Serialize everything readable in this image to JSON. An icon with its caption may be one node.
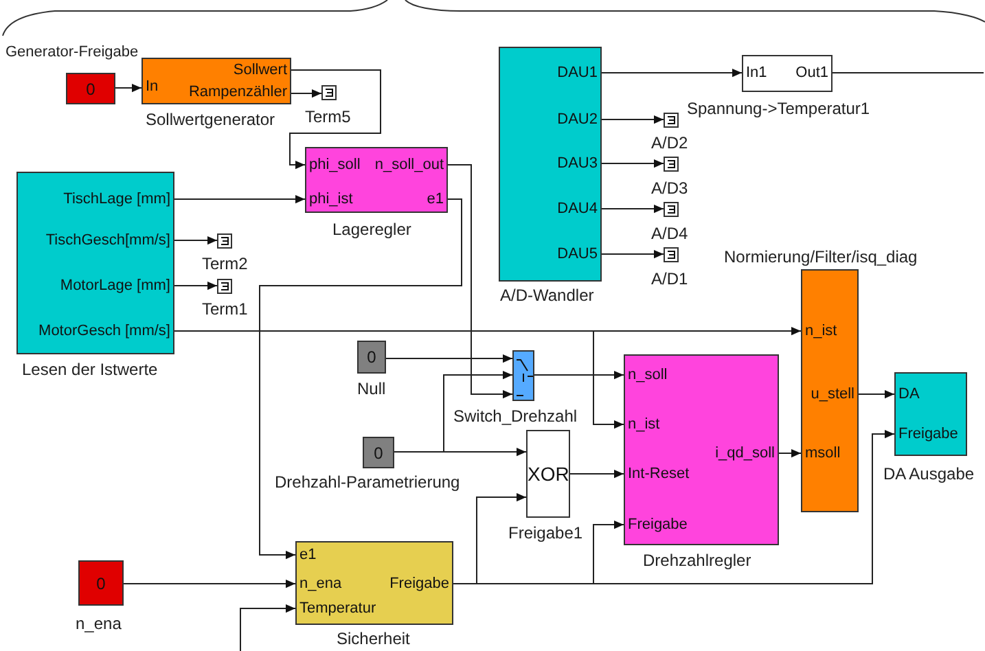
{
  "diagram": {
    "nodes": [
      {
        "text": [
          "0"
        ]
      },
      {
        "text": [
          "In",
          "Sollwert",
          "Rampenzähler"
        ],
        "beside": [
          "Sollwertgenerator"
        ]
      },
      {
        "text": [],
        "shape": "box",
        "beside": [
          "Term5"
        ]
      },
      {
        "text": [
          "phi_soll",
          "phi_ist",
          "n_soll_out",
          "e1"
        ],
        "beside": [
          "Lageregler"
        ]
      },
      {
        "text": [
          "TischLage [mm]",
          "TischGesch[mm/s]",
          "MotorLage [mm]",
          "MotorGesch [mm/s]"
        ],
        "beside": [
          "Lesen der Istwerte"
        ]
      },
      {
        "text": [],
        "shape": "box",
        "beside": [
          "Term2"
        ]
      },
      {
        "text": [],
        "shape": "box",
        "beside": [
          "Term1"
        ]
      },
      {
        "text": [
          "DAU1",
          "DAU2",
          "DAU3",
          "DAU4",
          "DAU5"
        ],
        "beside": [
          "A/D-Wandler"
        ]
      },
      {
        "text": [
          "In1",
          "Out1"
        ],
        "beside": [
          "Spannung->Temperatur1"
        ]
      },
      {
        "text": [],
        "shape": "box",
        "beside": [
          "A/D2"
        ]
      },
      {
        "text": [],
        "shape": "box",
        "beside": [
          "A/D3"
        ]
      },
      {
        "text": [],
        "shape": "box",
        "beside": [
          "A/D4"
        ]
      },
      {
        "text": [],
        "shape": "box",
        "beside": [
          "A/D1"
        ]
      },
      {
        "text": [
          "n_ist",
          "u_stell",
          "msoll"
        ],
        "beside": [
          "Normierung/Filter/isq_diag"
        ]
      },
      {
        "text": [
          "0"
        ],
        "beside": [
          "Null"
        ]
      },
      {
        "text": [],
        "shape": "box",
        "beside": [
          "Switch_Drehzahl"
        ]
      },
      {
        "text": [
          "0"
        ],
        "beside": [
          "Drehzahl-Parametrierung"
        ]
      },
      {
        "text": [
          "XOR"
        ],
        "beside": [
          "Freigabe1"
        ]
      },
      {
        "text": [
          "n_soll",
          "n_ist",
          "Int-Reset",
          "Freigabe",
          "i_qd_soll"
        ],
        "beside": [
          "Drehzahlregler"
        ]
      },
      {
        "text": [
          "DA",
          "Freigabe"
        ],
        "beside": [
          "DA Ausgabe"
        ]
      },
      {
        "text": [
          "0"
        ],
        "beside": [
          "n_ena"
        ]
      },
      {
        "text": [
          "e1",
          "n_ena",
          "Temperatur",
          "Freigabe"
        ],
        "beside": [
          "Sicherheit"
        ]
      }
    ],
    "edges": [
      {
        "from": 0,
        "to": 1,
        "arrow": "to"
      },
      {
        "from": 1,
        "to": 3,
        "arrow": "to"
      },
      {
        "from": 1,
        "to": 2,
        "arrow": "to"
      },
      {
        "from": 4,
        "to": 3,
        "arrow": "to"
      },
      {
        "from": 4,
        "to": 5,
        "arrow": "to"
      },
      {
        "from": 4,
        "to": 6,
        "arrow": "to"
      },
      {
        "from": 4,
        "to": 13,
        "arrow": "to"
      },
      {
        "from": 4,
        "to": 18,
        "arrow": "to"
      },
      {
        "from": 7,
        "to": 8,
        "arrow": "to"
      },
      {
        "from": 7,
        "to": 9,
        "arrow": "to"
      },
      {
        "from": 7,
        "to": 10,
        "arrow": "to"
      },
      {
        "from": 7,
        "to": 11,
        "arrow": "to"
      },
      {
        "from": 7,
        "to": 12,
        "arrow": "to"
      },
      {
        "from": 8,
        "to": null,
        "arrow": "none"
      },
      {
        "from": 3,
        "to": 15,
        "arrow": "to"
      },
      {
        "from": 14,
        "to": 15,
        "arrow": "to"
      },
      {
        "from": 16,
        "to": 15,
        "arrow": "to"
      },
      {
        "from": 16,
        "to": 17,
        "arrow": "to"
      },
      {
        "from": 3,
        "to": 21,
        "arrow": "to"
      },
      {
        "from": 15,
        "to": 18,
        "arrow": "to"
      },
      {
        "from": 17,
        "to": 18,
        "arrow": "to"
      },
      {
        "from": 18,
        "to": 13,
        "arrow": "to"
      },
      {
        "from": 13,
        "to": 19,
        "arrow": "to"
      },
      {
        "from": 20,
        "to": 21,
        "arrow": "to"
      },
      {
        "from": 21,
        "to": 17,
        "arrow": "to"
      },
      {
        "from": 21,
        "to": 18,
        "arrow": "to"
      },
      {
        "from": 21,
        "to": 19,
        "arrow": "to"
      },
      {
        "from": null,
        "to": 21,
        "arrow": "to"
      }
    ],
    "labels": [
      "Generator-Freigabe"
    ]
  }
}
